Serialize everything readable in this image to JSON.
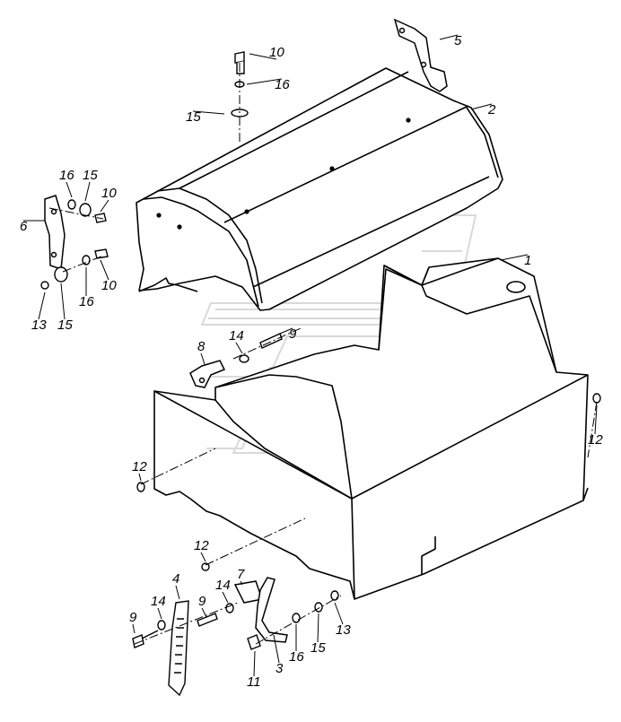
{
  "diagram": {
    "callouts": [
      {
        "key": "c10a",
        "text": "10"
      },
      {
        "key": "c16a",
        "text": "16"
      },
      {
        "key": "c15a",
        "text": "15"
      },
      {
        "key": "c5",
        "text": "5"
      },
      {
        "key": "c2",
        "text": "2"
      },
      {
        "key": "c16b",
        "text": "16"
      },
      {
        "key": "c15b",
        "text": "15"
      },
      {
        "key": "c10b",
        "text": "10"
      },
      {
        "key": "c6",
        "text": "6"
      },
      {
        "key": "c10c",
        "text": "10"
      },
      {
        "key": "c16c",
        "text": "16"
      },
      {
        "key": "c13a",
        "text": "13"
      },
      {
        "key": "c15c",
        "text": "15"
      },
      {
        "key": "c1",
        "text": "1"
      },
      {
        "key": "c9a",
        "text": "9"
      },
      {
        "key": "c14a",
        "text": "14"
      },
      {
        "key": "c8",
        "text": "8"
      },
      {
        "key": "c12a",
        "text": "12"
      },
      {
        "key": "c12b",
        "text": "12"
      },
      {
        "key": "c12c",
        "text": "12"
      },
      {
        "key": "c4",
        "text": "4"
      },
      {
        "key": "c7",
        "text": "7"
      },
      {
        "key": "c14b",
        "text": "14"
      },
      {
        "key": "c9b",
        "text": "9"
      },
      {
        "key": "c14c",
        "text": "14"
      },
      {
        "key": "c9c",
        "text": "9"
      },
      {
        "key": "c13b",
        "text": "13"
      },
      {
        "key": "c15d",
        "text": "15"
      },
      {
        "key": "c16d",
        "text": "16"
      },
      {
        "key": "c3",
        "text": "3"
      },
      {
        "key": "c11",
        "text": "11"
      }
    ]
  }
}
